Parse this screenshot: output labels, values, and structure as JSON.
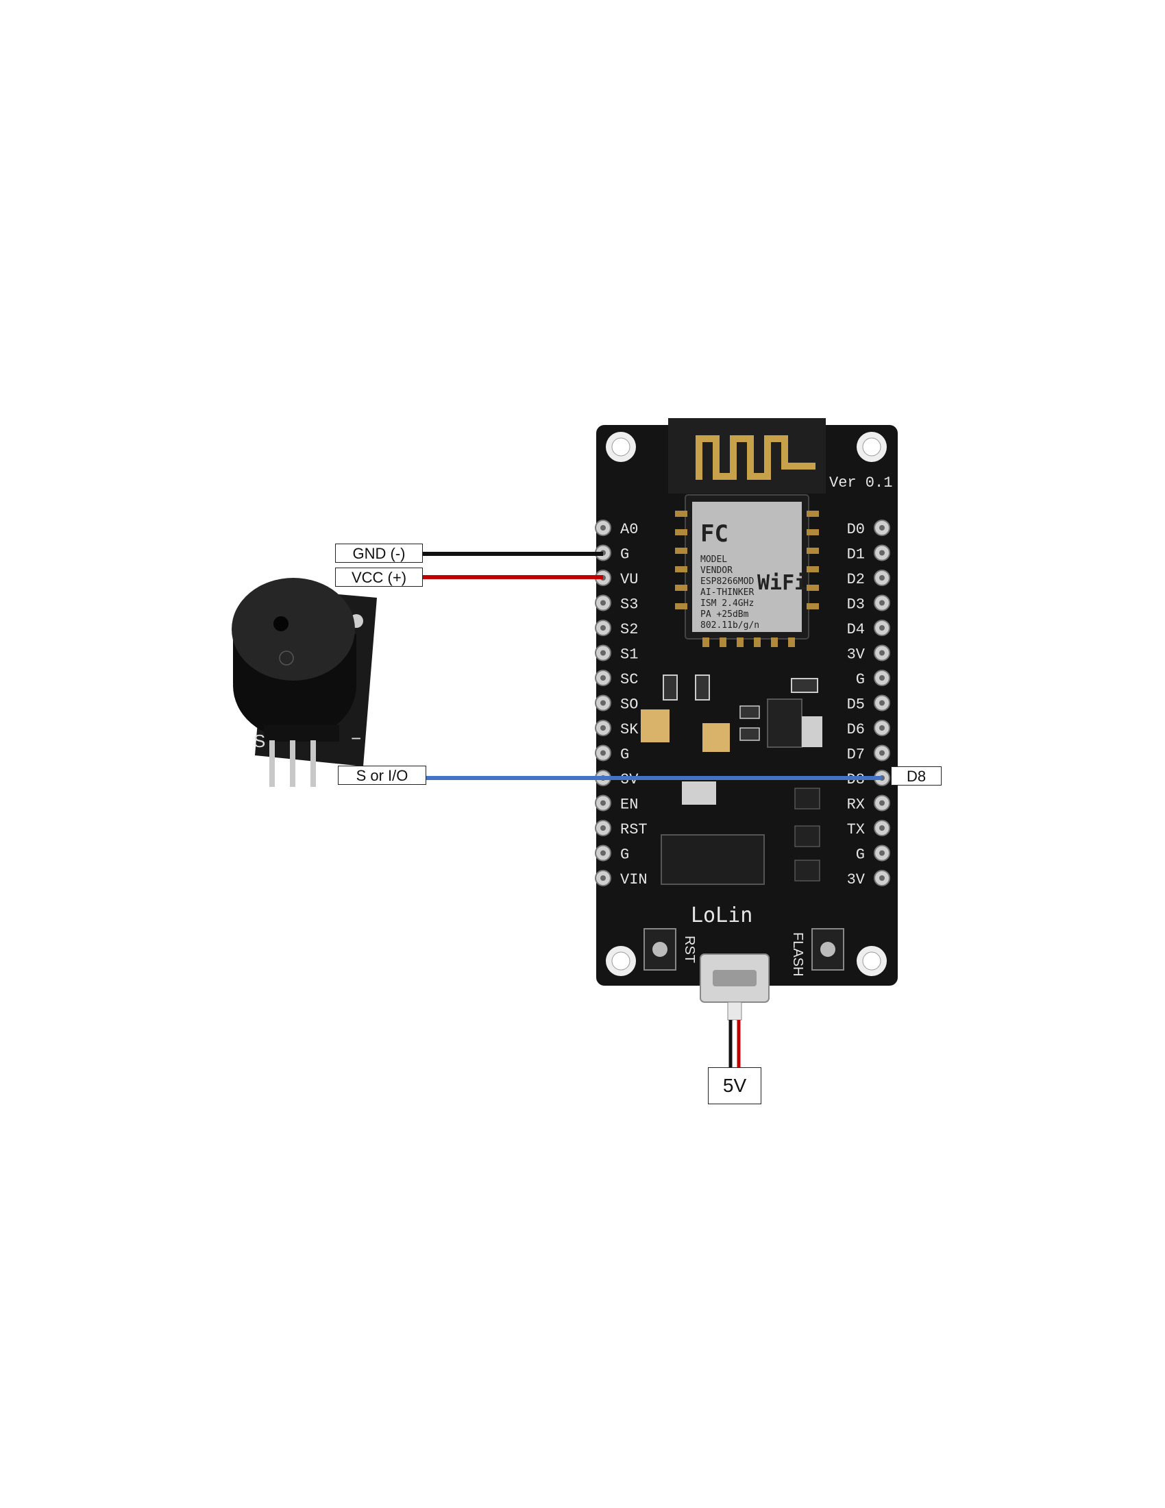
{
  "labels": {
    "gnd": "GND (-)",
    "vcc": "VCC (+)",
    "signal": "S or I/O",
    "pin": "D8",
    "power": "5V"
  },
  "board": {
    "version": "Ver 0.1",
    "brand": "LoLin",
    "rst_button": "RST",
    "flash_button": "FLASH",
    "left_pins": [
      "A0",
      "G",
      "VU",
      "S3",
      "S2",
      "S1",
      "SC",
      "SO",
      "SK",
      "G",
      "3V",
      "EN",
      "RST",
      "G",
      "VIN"
    ],
    "right_pins": [
      "D0",
      "D1",
      "D2",
      "D3",
      "D4",
      "3V",
      "G",
      "D5",
      "D6",
      "D7",
      "D8",
      "RX",
      "TX",
      "G",
      "3V"
    ],
    "module_lines": [
      "MODEL",
      "VENDOR",
      "ESP8266MOD",
      "AI-THINKER",
      "ISM 2.4GHz",
      "PA +25dBm",
      "802.11b/g/n"
    ],
    "wifi_logo": "WiFi",
    "fc_mark": "FC"
  },
  "buzzer": {
    "pin_labels": [
      "S",
      "−"
    ]
  },
  "colors": {
    "gnd_wire": "#111111",
    "vcc_wire": "#c00000",
    "signal_wire": "#4472c4",
    "board": "#141414",
    "pcb_text": "#e6e6e6"
  }
}
